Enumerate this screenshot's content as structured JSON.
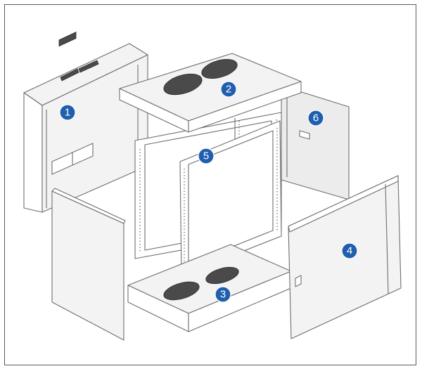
{
  "badges": [
    {
      "id": "1",
      "label": "1",
      "part": "rear-wall-panel"
    },
    {
      "id": "2",
      "label": "2",
      "part": "top-cover"
    },
    {
      "id": "3",
      "label": "3",
      "part": "bottom-base"
    },
    {
      "id": "4",
      "label": "4",
      "part": "front-door"
    },
    {
      "id": "5",
      "label": "5",
      "part": "mounting-rails"
    },
    {
      "id": "6",
      "label": "6",
      "part": "side-panel-right"
    }
  ],
  "colors": {
    "badge": "#1f5fae",
    "line": "#6e6e6e",
    "vent": "#4a4a4a",
    "frame": "#5a5a5a"
  }
}
